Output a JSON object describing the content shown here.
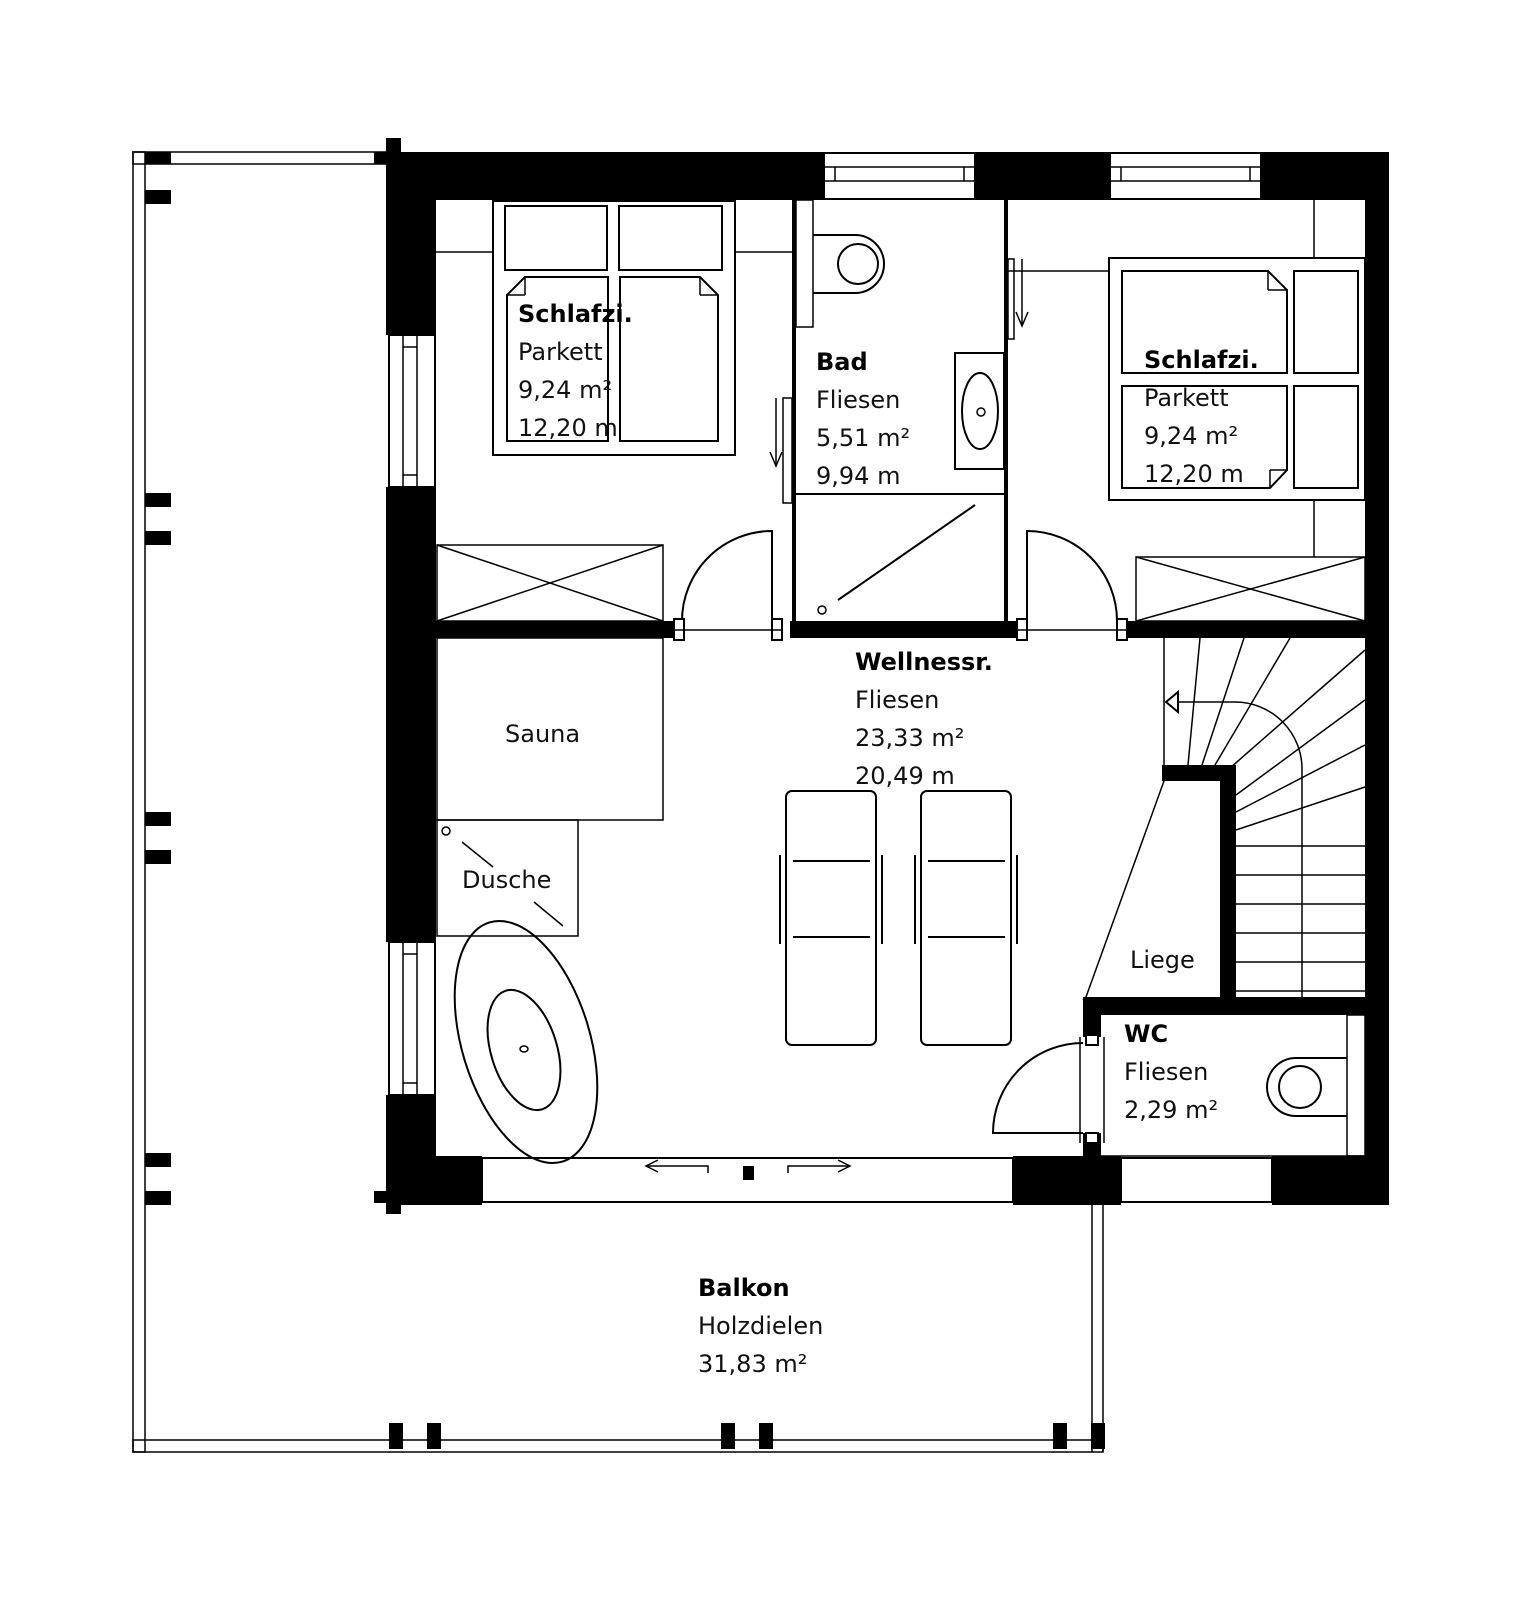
{
  "plan": {
    "type": "floor-plan",
    "colors": {
      "wall": "#000000",
      "background": "#ffffff",
      "line": "#000000"
    },
    "rooms": [
      {
        "id": "schlafzimmer-1",
        "name": "Schlafzi.",
        "floor": "Parkett",
        "area": "9,24 m²",
        "perimeter": "12,20 m"
      },
      {
        "id": "bad",
        "name": "Bad",
        "floor": "Fliesen",
        "area": "5,51 m²",
        "perimeter": "9,94 m"
      },
      {
        "id": "schlafzimmer-2",
        "name": "Schlafzi.",
        "floor": "Parkett",
        "area": "9,24 m²",
        "perimeter": "12,20 m"
      },
      {
        "id": "wellnessraum",
        "name": "Wellnessr.",
        "floor": "Fliesen",
        "area": "23,33 m²",
        "perimeter": "20,49 m"
      },
      {
        "id": "wc",
        "name": "WC",
        "floor": "Fliesen",
        "area": "2,29 m²"
      },
      {
        "id": "balkon",
        "name": "Balkon",
        "floor": "Holzdielen",
        "area": "31,83 m²"
      }
    ],
    "fixtures": {
      "sauna": "Sauna",
      "dusche": "Dusche",
      "liege": "Liege"
    }
  }
}
